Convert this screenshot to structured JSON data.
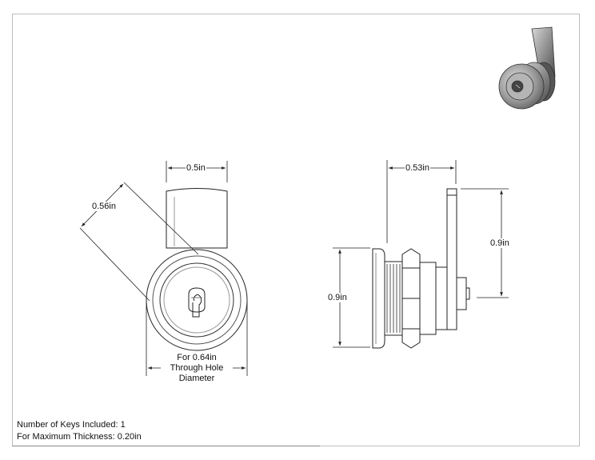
{
  "dimensions": {
    "front_width": "0.5in",
    "front_diagonal": "0.56in",
    "hole_line1": "For 0.64in",
    "hole_line2": "Through Hole",
    "hole_line3": "Diameter",
    "side_depth": "0.53in",
    "side_right_height": "0.9in",
    "side_left_height": "0.9in"
  },
  "notes": {
    "keys_included": "Number of Keys Included: 1",
    "max_thickness": "For Maximum Thickness: 0.20in"
  }
}
